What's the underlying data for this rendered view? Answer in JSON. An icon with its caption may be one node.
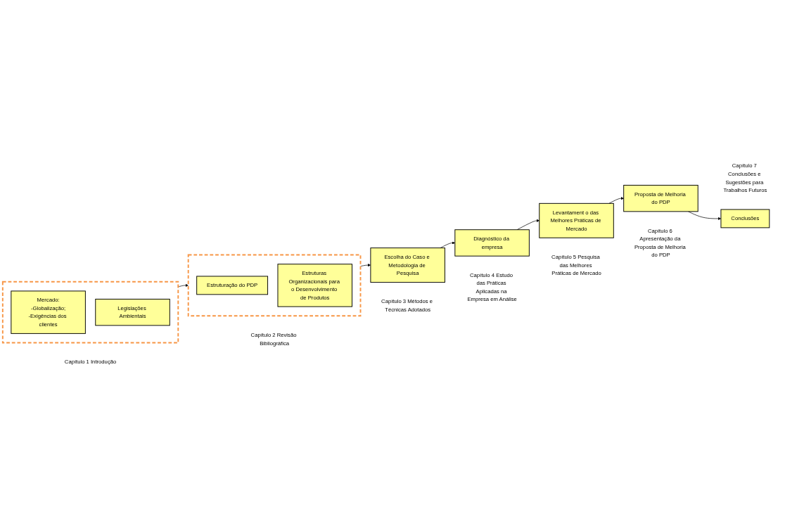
{
  "diagram": {
    "nodes": [
      {
        "text": [],
        "shape": "box",
        "beside": [
          "Capítulo 1 Introdução"
        ]
      },
      {
        "text": [
          "Mercado:",
          "-Globalização;",
          "-Exigências dos clientes"
        ],
        "in": 0
      },
      {
        "text": [
          "Legislações Ambientais"
        ],
        "in": 0
      },
      {
        "text": [],
        "shape": "box",
        "beside": [
          "Capítulo 2 Revisão Bibliográfica"
        ]
      },
      {
        "text": [
          "Estruturação do PDP"
        ],
        "in": 3
      },
      {
        "text": [
          "Estruturas Organizacionais para o Desenvolvimento de Produtos"
        ],
        "in": 3
      },
      {
        "text": [
          "Escolha do Caso e Metodologia de Pesquisa"
        ],
        "beside": [
          "Capítulo 3 Métodos e Técnicas Adotados"
        ]
      },
      {
        "text": [
          "Diagnóstico da empresa"
        ],
        "beside": [
          "Capítulo 4 Estudo das Práticas Aplicadas na Empresa em Análise"
        ]
      },
      {
        "text": [
          "Levantament o das Melhores Práticas de Mercado"
        ],
        "beside": [
          "Capítulo 5 Pesquisa das Melhores Práticas de Mercado"
        ]
      },
      {
        "text": [
          "Proposta de Melhoria do PDP"
        ],
        "beside": [
          "Capítulo 6 Apresentação da Proposta de Melhoria do PDP"
        ]
      },
      {
        "text": [
          "Conclusões"
        ],
        "beside": [
          "Capítulo 7 Conclusões e Sugestões para Trabalhos Futuros"
        ]
      }
    ],
    "edges": [
      {
        "from": 0,
        "to": 3,
        "arrow": "to"
      },
      {
        "from": 3,
        "to": 6,
        "arrow": "to"
      },
      {
        "from": 6,
        "to": 7,
        "arrow": "to"
      },
      {
        "from": 7,
        "to": 8,
        "arrow": "to"
      },
      {
        "from": 8,
        "to": 9,
        "arrow": "to"
      },
      {
        "from": 9,
        "to": 10,
        "arrow": "to"
      }
    ]
  }
}
